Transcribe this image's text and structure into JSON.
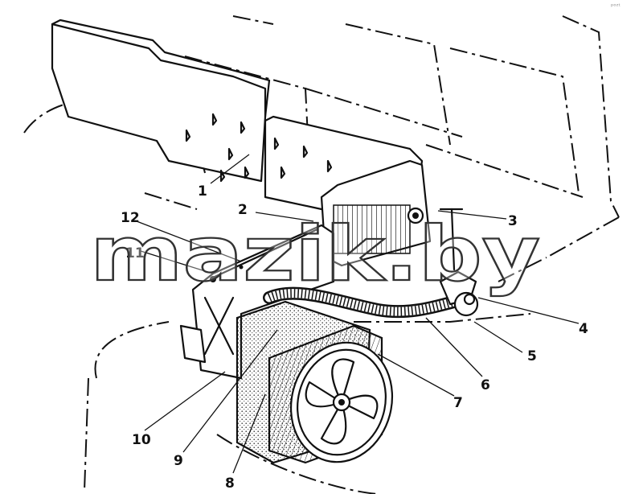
{
  "watermark": "mazik.by",
  "corner_mark": "ᵖᵒᶻᵗ",
  "callouts": [
    {
      "id": "1",
      "label": "1"
    },
    {
      "id": "2",
      "label": "2"
    },
    {
      "id": "3",
      "label": "3"
    },
    {
      "id": "4",
      "label": "4"
    },
    {
      "id": "5",
      "label": "5"
    },
    {
      "id": "6",
      "label": "6"
    },
    {
      "id": "7",
      "label": "7"
    },
    {
      "id": "8",
      "label": "8"
    },
    {
      "id": "9",
      "label": "9"
    },
    {
      "id": "10",
      "label": "10"
    },
    {
      "id": "11",
      "label": "11"
    },
    {
      "id": "12",
      "label": "12"
    }
  ]
}
